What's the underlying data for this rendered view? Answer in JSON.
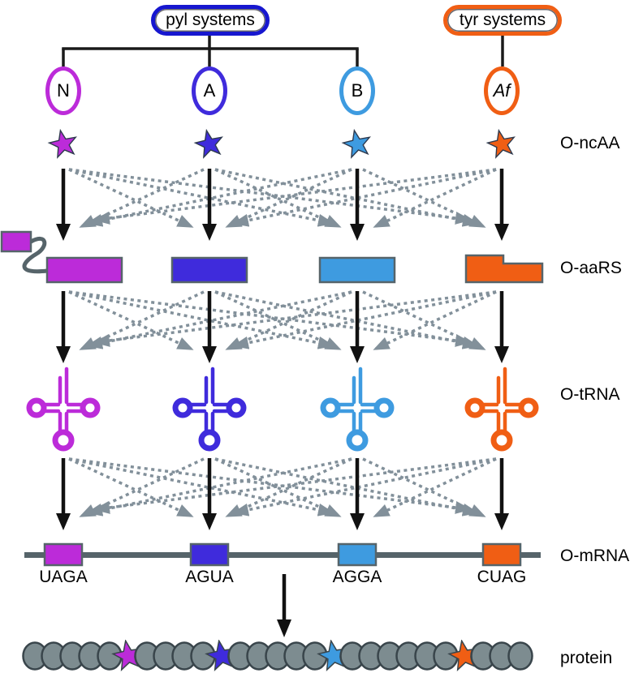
{
  "title_boxes": {
    "pyl": "pyl systems",
    "tyr": "tyr systems"
  },
  "systems": [
    {
      "id": "N",
      "label": "N",
      "italic": false,
      "color": "#BC2BD9",
      "codon": "UAGA"
    },
    {
      "id": "A",
      "label": "A",
      "italic": false,
      "color": "#3F2BDC",
      "codon": "AGUA"
    },
    {
      "id": "B",
      "label": "B",
      "italic": false,
      "color": "#3E9BE0",
      "codon": "AGGA"
    },
    {
      "id": "Af",
      "label": "Af",
      "italic": true,
      "color": "#F05E14",
      "codon": "CUAG"
    }
  ],
  "row_labels": {
    "ncaa": "O-ncAA",
    "aars": "O-aaRS",
    "trna": "O-tRNA",
    "mrna": "O-mRNA",
    "protein": "protein"
  },
  "colors": {
    "pyl_border": "#1717CF",
    "tyr_border": "#F05E14",
    "tree_line": "#1a1a1a",
    "black_arrow": "#111111",
    "dotted_arrow": "#82909a",
    "mrna_line": "#56646A",
    "shape_border": "#56646A",
    "star_outline": "#2E3A4E",
    "protein_circle_fill": "#7D8C90",
    "protein_circle_border": "#39454B"
  },
  "layout": {
    "columns_x": [
      78,
      258,
      440,
      618
    ]
  },
  "protein_sequence": [
    "aa",
    "aa",
    "aa",
    "aa",
    "aa",
    "ncaa-0",
    "aa",
    "aa",
    "aa",
    "aa",
    "ncaa-1",
    "aa",
    "aa",
    "aa",
    "aa",
    "aa",
    "ncaa-2",
    "aa",
    "aa",
    "aa",
    "aa",
    "aa",
    "aa",
    "ncaa-3",
    "aa",
    "aa",
    "aa"
  ]
}
